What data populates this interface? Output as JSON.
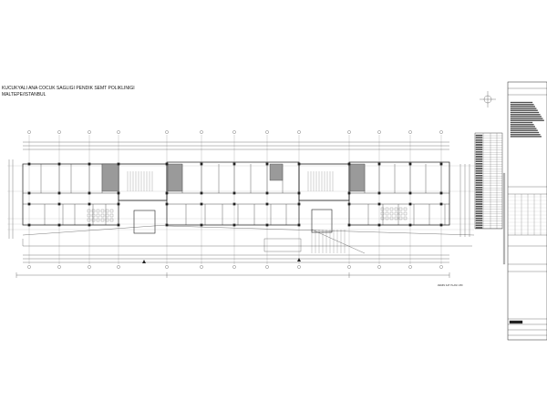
{
  "drawing": {
    "title_line1": "KUCUKYALI ANA COCUK SAGLIGI PENDIK SEMT POLIKLINIGI",
    "title_line2": "MALTEPE/ISTANBUL",
    "plan_label": "ZEMIN KAT PLANI 1/50"
  },
  "colors": {
    "line": "#222222",
    "hatch": "#9a9a9a",
    "paper": "#ffffff"
  },
  "icons": [
    "north-arrow-icon"
  ]
}
